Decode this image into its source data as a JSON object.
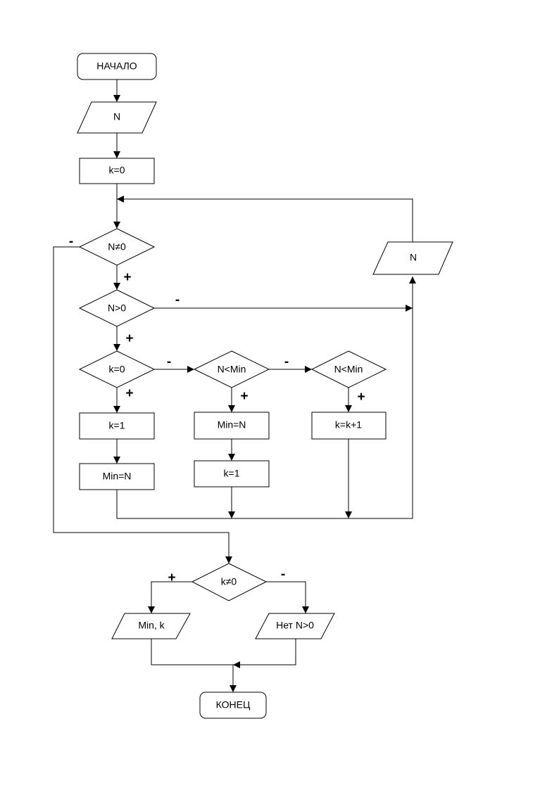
{
  "colors": {
    "stroke": "#000000",
    "background": "#ffffff"
  },
  "nodes": {
    "start": "НАЧАЛО",
    "input_n": "N",
    "init_k": "k=0",
    "cond_n_nonzero": "N≠0",
    "cond_n_positive": "N>0",
    "cond_k_zero": "k=0",
    "cond_n_less_min_1": "N<Min",
    "cond_n_less_min_2": "N<Min",
    "set_k_one_a": "k=1",
    "set_min_a": "Min=N",
    "set_min_b": "Min=N",
    "set_k_one_b": "k=1",
    "inc_k": "k=k+1",
    "input_n_loop": "N",
    "cond_k_nonzero": "k≠0",
    "output_min_k": "Min, k",
    "output_none": "Нет N>0",
    "end": "КОНЕЦ"
  },
  "branches": {
    "yes": "+",
    "no": "-"
  }
}
